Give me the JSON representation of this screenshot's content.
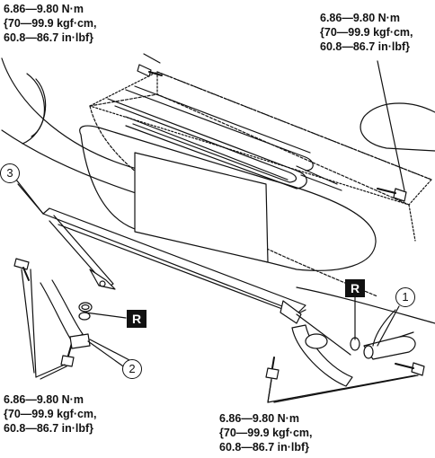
{
  "torque_specs": [
    {
      "id": "top-left",
      "line1": "6.86—9.80 N·m",
      "line2": "{70—99.9 kgf·cm,",
      "line3": "60.8—86.7 in·lbf}"
    },
    {
      "id": "top-right",
      "line1": "6.86—9.80 N·m",
      "line2": "{70—99.9 kgf·cm,",
      "line3": "60.8—86.7 in·lbf}"
    },
    {
      "id": "bottom-left",
      "line1": "6.86—9.80 N·m",
      "line2": "{70—99.9 kgf·cm,",
      "line3": "60.8—86.7 in·lbf}"
    },
    {
      "id": "bottom-right",
      "line1": "6.86—9.80 N·m",
      "line2": "{70—99.9 kgf·cm,",
      "line3": "60.8—86.7 in·lbf}"
    }
  ],
  "callouts": {
    "part1": "1",
    "part2": "2",
    "part3": "3"
  },
  "replace_marks": {
    "left": "R",
    "right": "R"
  }
}
